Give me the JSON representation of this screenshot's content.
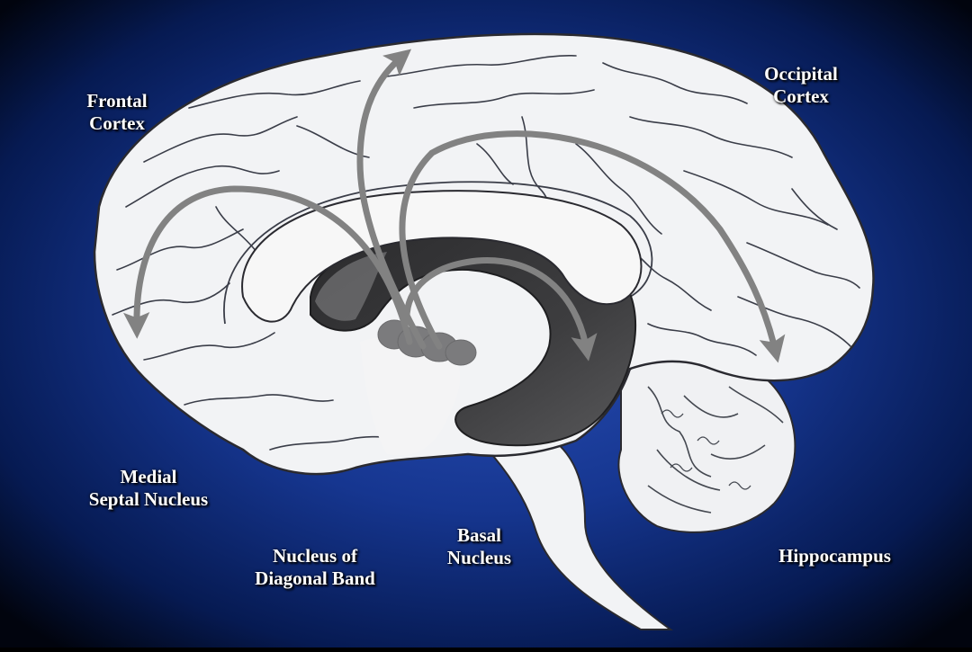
{
  "labels": {
    "frontal_cortex": [
      "Frontal",
      "Cortex"
    ],
    "occipital_cortex": [
      "Occipital",
      "Cortex"
    ],
    "medial_septal_nucleus": [
      "Medial",
      "Septal Nucleus"
    ],
    "nucleus_diagonal_band": [
      "Nucleus of",
      "Diagonal Band"
    ],
    "basal_nucleus": [
      "Basal",
      "Nucleus"
    ],
    "hippocampus": [
      "Hippocampus"
    ]
  },
  "colors": {
    "background_center": "#1c3f9e",
    "background_edge": "#000000",
    "brain_fill": "#f2f3f5",
    "brain_outline": "#2a2a30",
    "sulcus_line": "#3a3d48",
    "corpus_callosum": "#f7f7f7",
    "ventricle_dark": "#303032",
    "ventricle_mid": "#6a6a6c",
    "nucleus_gray": "#7b7b7d",
    "arrow": "#828282",
    "label_text": "#ffffff"
  }
}
